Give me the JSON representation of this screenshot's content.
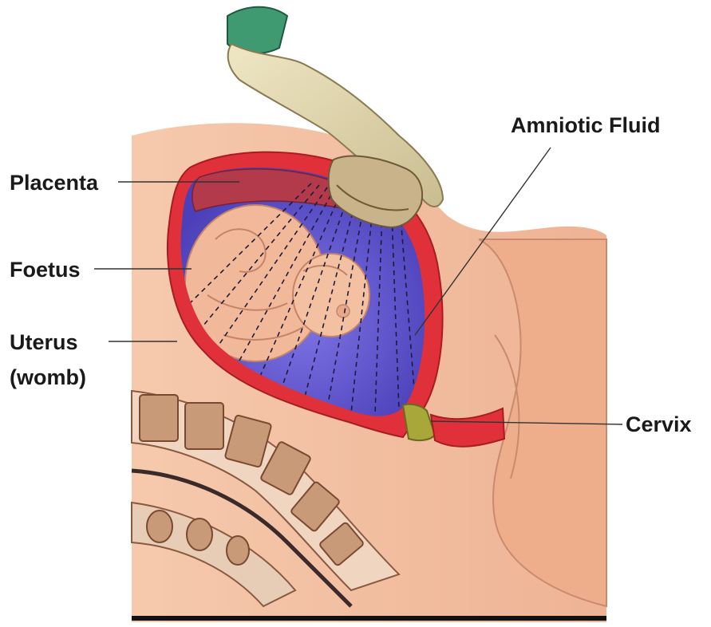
{
  "labels": {
    "placenta": "Placenta",
    "foetus": "Foetus",
    "uterus_line1": "Uterus",
    "uterus_line2": "(womb)",
    "amniotic_fluid": "Amniotic Fluid",
    "cervix": "Cervix"
  },
  "colors": {
    "skin": "#f4c2a4",
    "skin_shadow": "#d99a7e",
    "uterus_wall": "#e0303a",
    "amniotic_fluid": "#6a5fd6",
    "foetus": "#f2b89a",
    "cervix": "#a8a83a",
    "glove": "#e6dcb4",
    "sleeve": "#3f9a72",
    "bone": "#c89a78"
  }
}
